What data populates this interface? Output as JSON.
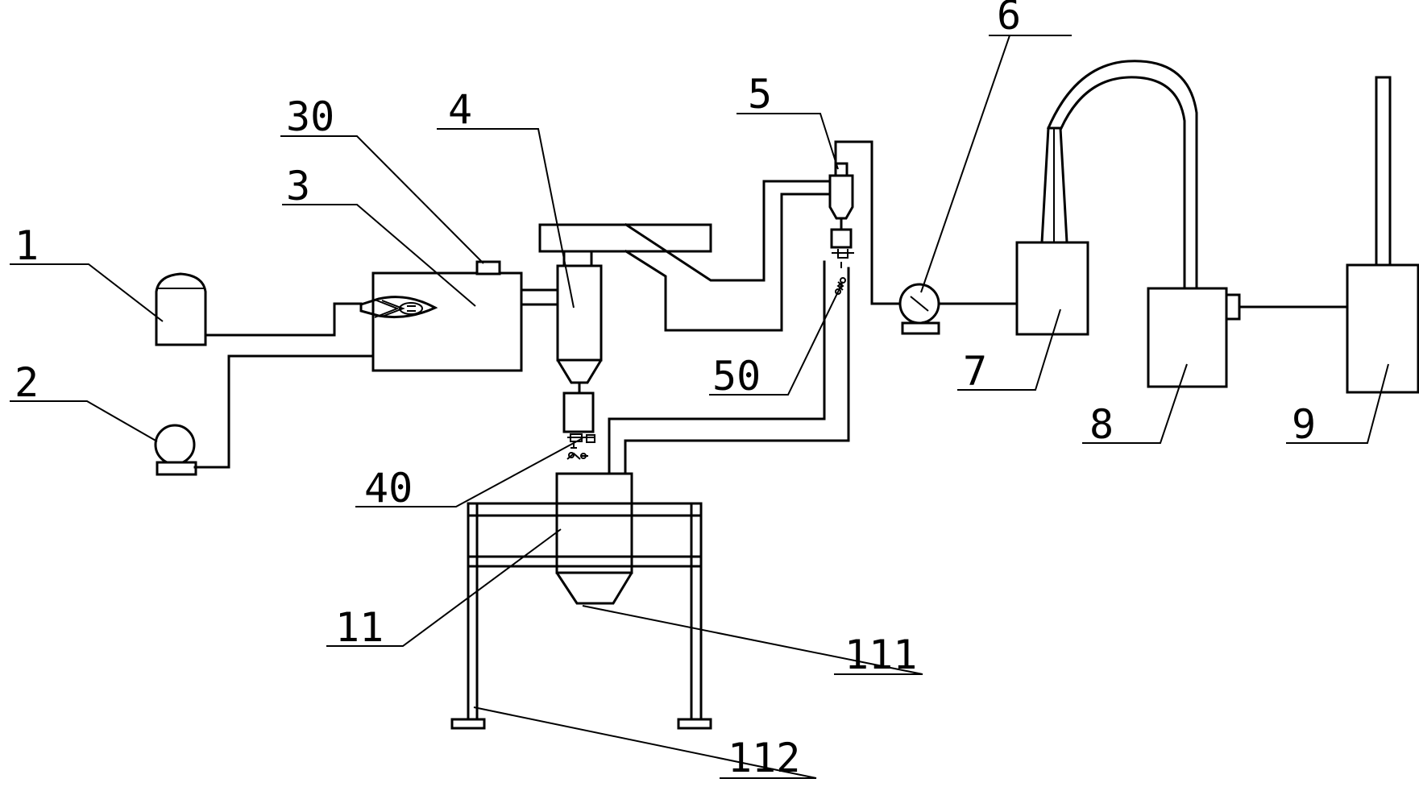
{
  "labels": {
    "c1": "1",
    "c2": "2",
    "c3": "3",
    "c30": "30",
    "c4": "4",
    "c40": "40",
    "c5": "5",
    "c50": "50",
    "c6": "6",
    "c7": "7",
    "c8": "8",
    "c9": "9",
    "c11": "11",
    "c111": "111",
    "c112": "112"
  },
  "icons": [
    "tank-icon",
    "pump-icon",
    "burner-icon",
    "fan-icon",
    "valve-icon"
  ]
}
